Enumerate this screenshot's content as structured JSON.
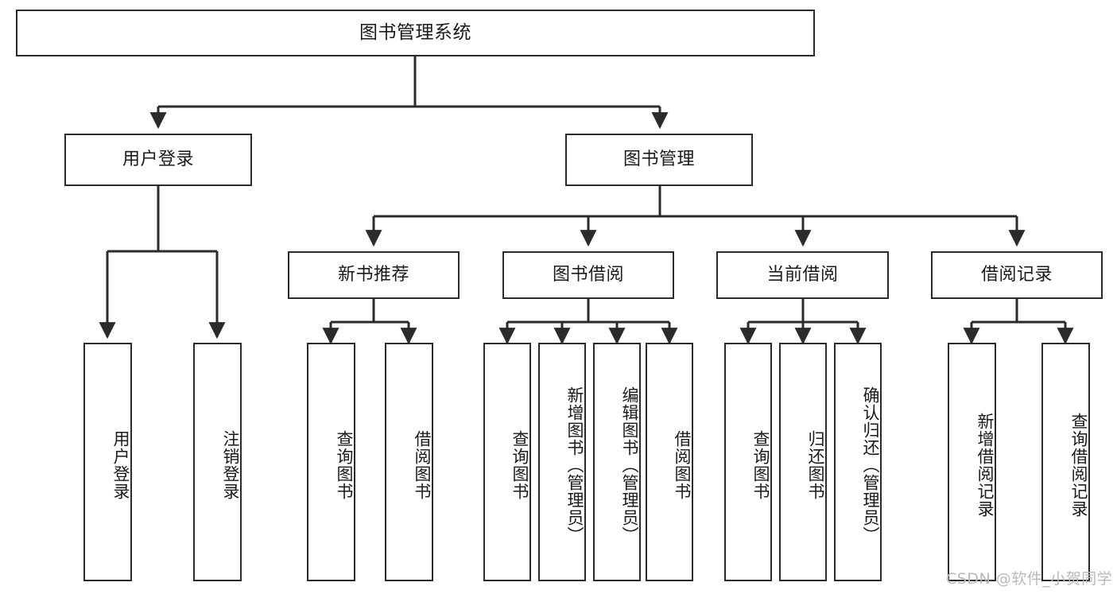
{
  "diagram": {
    "title": "图书管理系统",
    "watermark": "CSDN @软件_小贺同学",
    "colors": {
      "stroke": "#2b2b2b",
      "fill": "#ffffff",
      "text": "#1a1a1a",
      "watermark": "#b9b9b9"
    },
    "root": {
      "label": "图书管理系统"
    },
    "level2": [
      {
        "label": "用户登录"
      },
      {
        "label": "图书管理"
      }
    ],
    "level3": [
      {
        "label": "新书推荐"
      },
      {
        "label": "图书借阅"
      },
      {
        "label": "当前借阅"
      },
      {
        "label": "借阅记录"
      }
    ],
    "leaves": {
      "user_login": [
        {
          "label": "用户登录"
        },
        {
          "label": "注销登录"
        }
      ],
      "new_book": [
        {
          "label": "查询图书"
        },
        {
          "label": "借阅图书"
        }
      ],
      "borrow_book": [
        {
          "label": "查询图书"
        },
        {
          "label": "新增图书（管理员）"
        },
        {
          "label": "编辑图书（管理员）"
        },
        {
          "label": "借阅图书"
        }
      ],
      "current_borrow": [
        {
          "label": "查询图书"
        },
        {
          "label": "归还图书"
        },
        {
          "label": "确认归还（管理员）"
        }
      ],
      "borrow_record": [
        {
          "label": "新增借阅记录"
        },
        {
          "label": "查询借阅记录"
        }
      ]
    }
  }
}
